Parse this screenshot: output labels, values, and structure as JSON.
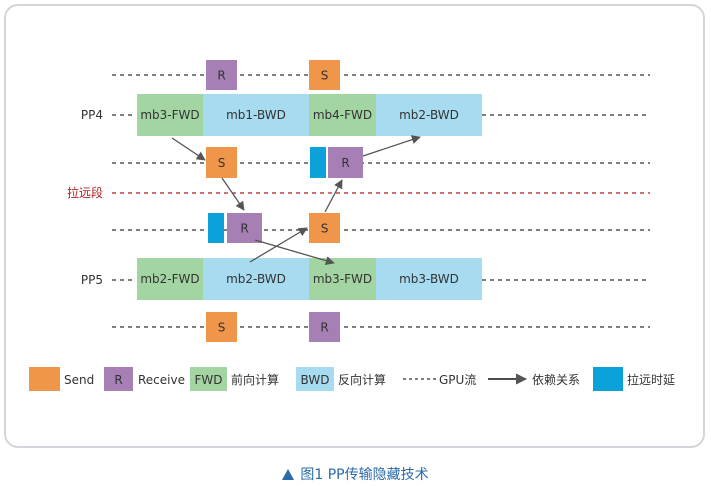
{
  "colors": {
    "send": "#f0964a",
    "receive": "#a67fb4",
    "fwd": "#a2d5a2",
    "bwd": "#a6dbf0",
    "delay": "#0aa2d9",
    "stream_line": "#333333",
    "pull_line": "#b22222",
    "caption": "#2b6aa9",
    "frame_border": "#d2d6db"
  },
  "labels": {
    "pp4": "PP4",
    "pp5": "PP5",
    "pull_segment": "拉远段"
  },
  "pp4": {
    "blocks": [
      {
        "text": "mb3-FWD",
        "kind": "fwd"
      },
      {
        "text": "mb1-BWD",
        "kind": "bwd"
      },
      {
        "text": "mb4-FWD",
        "kind": "fwd"
      },
      {
        "text": "mb2-BWD",
        "kind": "bwd"
      }
    ],
    "top_ops": [
      {
        "text": "R",
        "kind": "receive"
      },
      {
        "text": "S",
        "kind": "send"
      }
    ],
    "bottom_ops": [
      {
        "text": "S",
        "kind": "send"
      },
      {
        "text": "R",
        "kind": "receive"
      }
    ]
  },
  "pp5": {
    "blocks": [
      {
        "text": "mb2-FWD",
        "kind": "fwd"
      },
      {
        "text": "mb2-BWD",
        "kind": "bwd"
      },
      {
        "text": "mb3-FWD",
        "kind": "fwd"
      },
      {
        "text": "mb3-BWD",
        "kind": "bwd"
      }
    ],
    "top_ops": [
      {
        "text": "R",
        "kind": "receive"
      },
      {
        "text": "S",
        "kind": "send"
      }
    ],
    "bottom_ops": [
      {
        "text": "S",
        "kind": "send"
      },
      {
        "text": "R",
        "kind": "receive"
      }
    ]
  },
  "legend": {
    "send_label": "Send",
    "receive_box": "R",
    "receive_label": "Receive",
    "fwd_box": "FWD",
    "fwd_label": "前向计算",
    "bwd_box": "BWD",
    "bwd_label": "反向计算",
    "gpu_stream_label": "GPU流",
    "dependency_label": "依赖关系",
    "delay_label": "拉远时延"
  },
  "caption": {
    "text": "图1  PP传输隐藏技术"
  }
}
